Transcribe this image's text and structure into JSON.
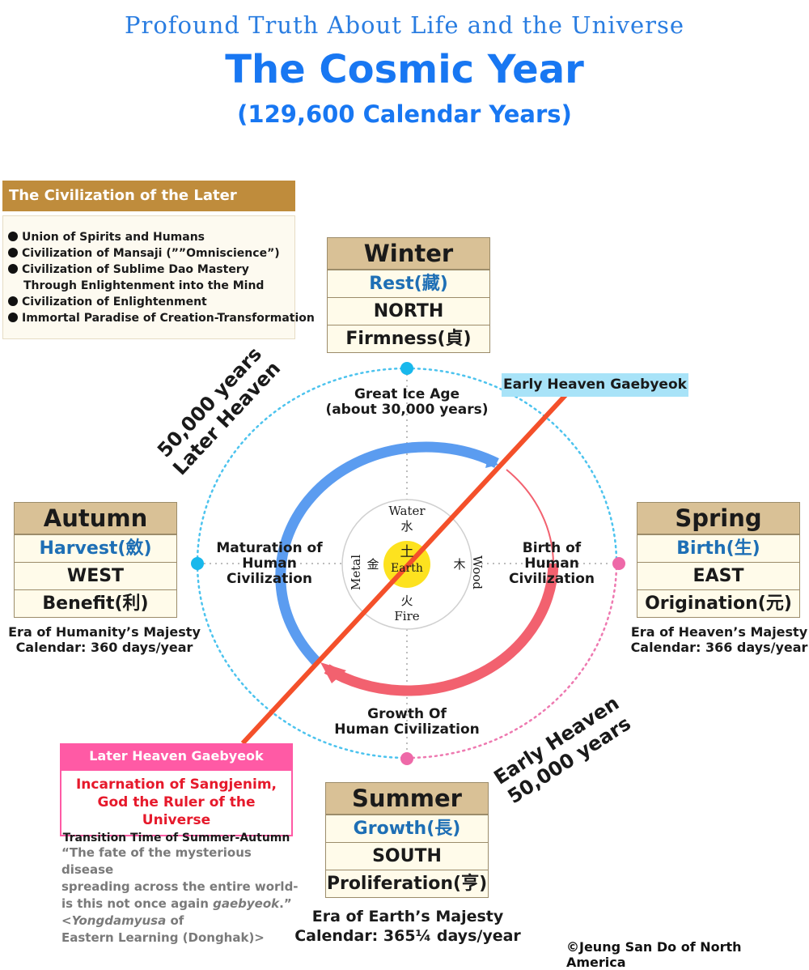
{
  "header": {
    "subtitle": "Profound Truth About Life and the Universe",
    "title": "The Cosmic Year",
    "title_sub": "(129,600 Calendar Years)"
  },
  "later_heaven_civ": {
    "title": "The Civilization of the Later Heaven",
    "items": [
      "Union of Spirits and Humans",
      "Civilization of Mansaji (””Omniscience”)",
      "Civilization of Sublime Dao Mastery",
      "Through Enlightenment into the Mind",
      "Civilization of Enlightenment",
      "Immortal Paradise of Creation-Transformation"
    ]
  },
  "seasons": {
    "winter": {
      "name": "Winter",
      "quality": "Rest(藏)",
      "direction": "NORTH",
      "virtue": "Firmness(貞)"
    },
    "spring": {
      "name": "Spring",
      "quality": "Birth(生)",
      "direction": "EAST",
      "virtue": "Origination(元)",
      "era": "Era of Heaven’s Majesty",
      "calendar": "Calendar: 366 days/year"
    },
    "autumn": {
      "name": "Autumn",
      "quality": "Harvest(斂)",
      "direction": "WEST",
      "virtue": "Benefit(利)",
      "era": "Era of Humanity’s Majesty",
      "calendar": "Calendar: 360 days/year"
    },
    "summer": {
      "name": "Summer",
      "quality": "Growth(長)",
      "direction": "SOUTH",
      "virtue": "Proliferation(亨)",
      "era": "Era of Earth’s Majesty",
      "calendar": "Calendar: 365¼ days/year"
    }
  },
  "cycle": {
    "great_ice_age": "Great Ice Age",
    "ice_age_years": "(about 30,000 years)",
    "maturation": [
      "Maturation of",
      "Human",
      "Civilization"
    ],
    "birth": [
      "Birth of",
      "Human",
      "Civilization"
    ],
    "growth": [
      "Growth Of",
      "Human Civilization"
    ],
    "later_span": [
      "50,000 years",
      "Later Heaven"
    ],
    "early_span": [
      "Early Heaven",
      "50,000 years"
    ]
  },
  "elements": {
    "water": "Water",
    "water_char": "水",
    "fire": "Fire",
    "fire_char": "火",
    "wood": "Wood",
    "wood_char": "木",
    "metal": "Metal",
    "metal_char": "金",
    "earth": "Earth",
    "earth_char": "土"
  },
  "gaebyeok": {
    "early": "Early Heaven Gaebyeok",
    "later": "Later Heaven Gaebyeok",
    "incarnation_1": "Incarnation of Sangjenim,",
    "incarnation_2": "God the Ruler of the Universe",
    "transition": "Transition Time of Summer-Autumn"
  },
  "quote": {
    "line1": "“The fate of the mysterious disease",
    "line2": "spreading across the entire world-",
    "line3_a": "is this not once again ",
    "line3_b": "gaebyeok",
    "line3_c": ".”",
    "line4_a": "<",
    "line4_b": "Yongdamyusa",
    "line4_c": " of",
    "line5": "Eastern Learning (Donghak)>"
  },
  "copyright": "©Jeung San Do of North America",
  "colors": {
    "blue_accent": "#1877f2",
    "tan": "#d9c196",
    "pink": "#ff5aa5",
    "red_line": "#f4502a",
    "arc_blue": "#5b9cf0",
    "arc_red": "#f2616f",
    "dot_blue": "#18b8ec",
    "dot_pink": "#ee69a8",
    "earth_yellow": "#fde21f"
  }
}
